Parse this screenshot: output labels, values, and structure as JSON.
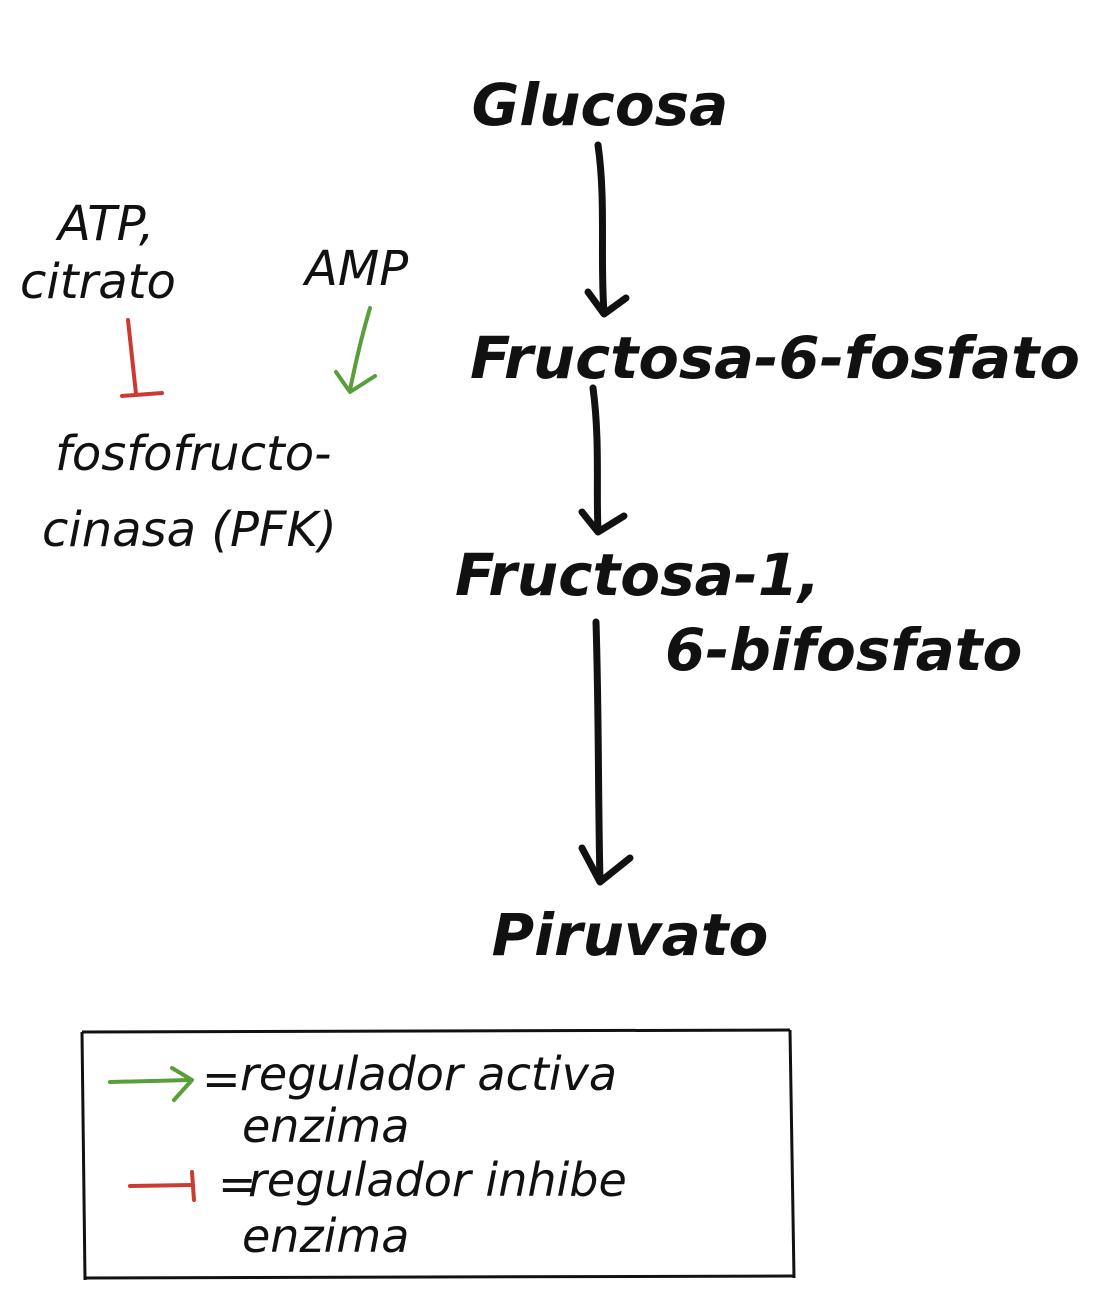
{
  "pathway": {
    "step1": "Glucosa",
    "step2": "Fructosa-6-fosfato",
    "step3_line1": "Fructosa-1,",
    "step3_line2": "6-bifosfato",
    "step4": "Piruvato"
  },
  "regulation": {
    "inhibitor_line1": "ATP,",
    "inhibitor_line2": "citrato",
    "activator": "AMP",
    "enzyme_line1": "fosfofructo-",
    "enzyme_line2": "cinasa (PFK)"
  },
  "legend": {
    "activate_line1": "regulador activa",
    "activate_line2": "enzima",
    "inhibit_line1": "regulador inhibe",
    "inhibit_line2": "enzima",
    "equals": "="
  },
  "colors": {
    "ink": "#111111",
    "activator": "#5a9e3a",
    "inhibitor": "#cc3a32"
  }
}
